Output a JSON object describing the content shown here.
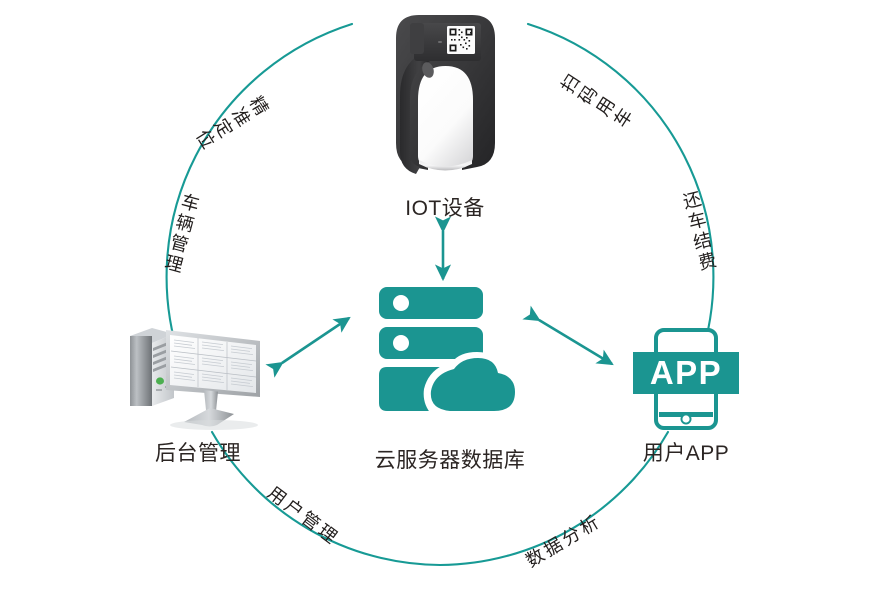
{
  "diagram": {
    "title": "IOT smart lock system architecture",
    "colors": {
      "accent": "#1b9591",
      "arc": "#179a95",
      "text": "#2b2523",
      "lock_body": "#3a3a3c",
      "white": "#ffffff"
    },
    "center_node": {
      "label": "云服务器数据库",
      "icon": "cloud-server-icon"
    },
    "nodes": [
      {
        "id": "iot",
        "label": "IOT设备",
        "icon": "smart-lock-icon",
        "position": "top"
      },
      {
        "id": "backend",
        "label": "后台管理",
        "icon": "desktop-computer-icon",
        "position": "left"
      },
      {
        "id": "app",
        "label": "用户APP",
        "icon": "mobile-phone-app-icon",
        "position": "right"
      }
    ],
    "phone_screen_text": "APP",
    "arc_labels": [
      {
        "id": "precise-location",
        "text": "精准定位",
        "position": "upper-left"
      },
      {
        "id": "vehicle-management",
        "text": "车辆管理",
        "position": "lower-left"
      },
      {
        "id": "scan-to-ride",
        "text": "扫码用车",
        "position": "upper-right"
      },
      {
        "id": "return-and-pay",
        "text": "还车结费",
        "position": "lower-right"
      },
      {
        "id": "user-management",
        "text": "用户管理",
        "position": "bottom-left"
      },
      {
        "id": "data-analysis",
        "text": "数据分析",
        "position": "bottom-right"
      }
    ],
    "connectors": [
      {
        "id": "iot-to-cloud",
        "from": "iot",
        "to": "center",
        "style": "double-arrow-vertical"
      },
      {
        "id": "backend-to-cloud",
        "from": "backend",
        "to": "center",
        "style": "double-arrow-diagonal"
      },
      {
        "id": "cloud-to-app",
        "from": "center",
        "to": "app",
        "style": "double-arrow-diagonal"
      }
    ]
  }
}
